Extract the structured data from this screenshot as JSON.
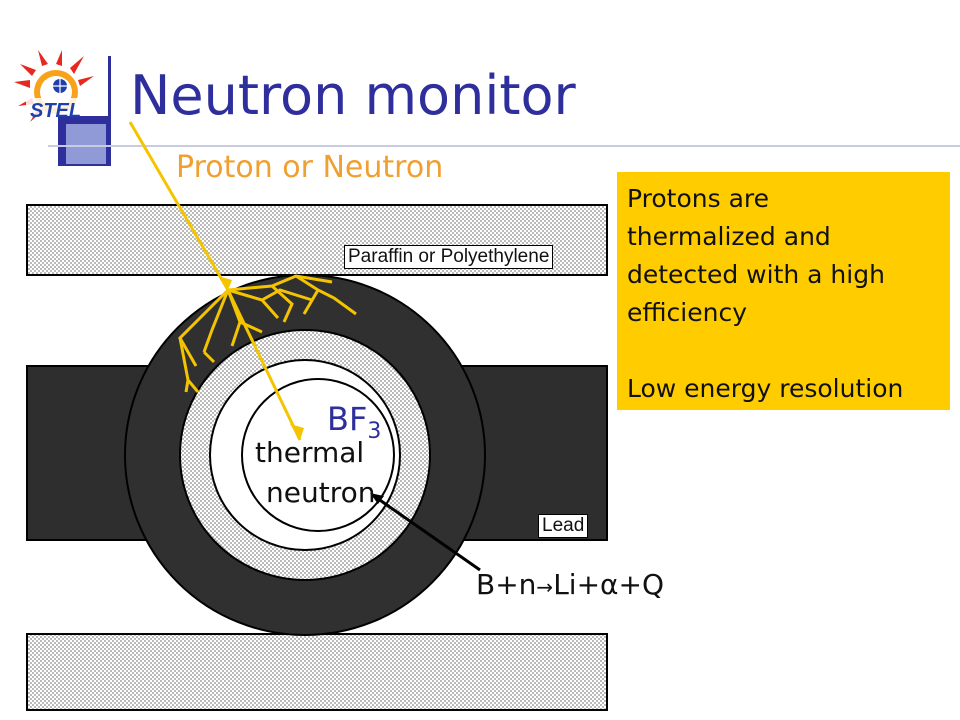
{
  "title": "Neutron monitor",
  "logo": {
    "text": "STEL",
    "colors": {
      "red": "#e8281e",
      "blue": "#1f3fae",
      "orange": "#f7a21a"
    }
  },
  "diagram": {
    "source_label": "Proton or Neutron",
    "moderator_label": "Paraffin or Polyethylene",
    "shield_label": "Lead",
    "detector_label": "BF",
    "detector_subscript": "3",
    "thermal_line1": "thermal",
    "thermal_line2": "neutron",
    "reaction": {
      "left": "B+n",
      "arrow": "→",
      "right": "Li+α+Q"
    },
    "colors": {
      "paraffin": "#c8c8c8",
      "lead": "#303030",
      "inner_ring": "#b8b8b8",
      "particle_track": "#f5c400",
      "accent": "#2e2e9c"
    }
  },
  "info_box": {
    "lines": [
      "Protons are",
      "thermalized and",
      "detected with a high",
      "efficiency"
    ],
    "note": "Low energy resolution",
    "background": "#ffcc00"
  }
}
